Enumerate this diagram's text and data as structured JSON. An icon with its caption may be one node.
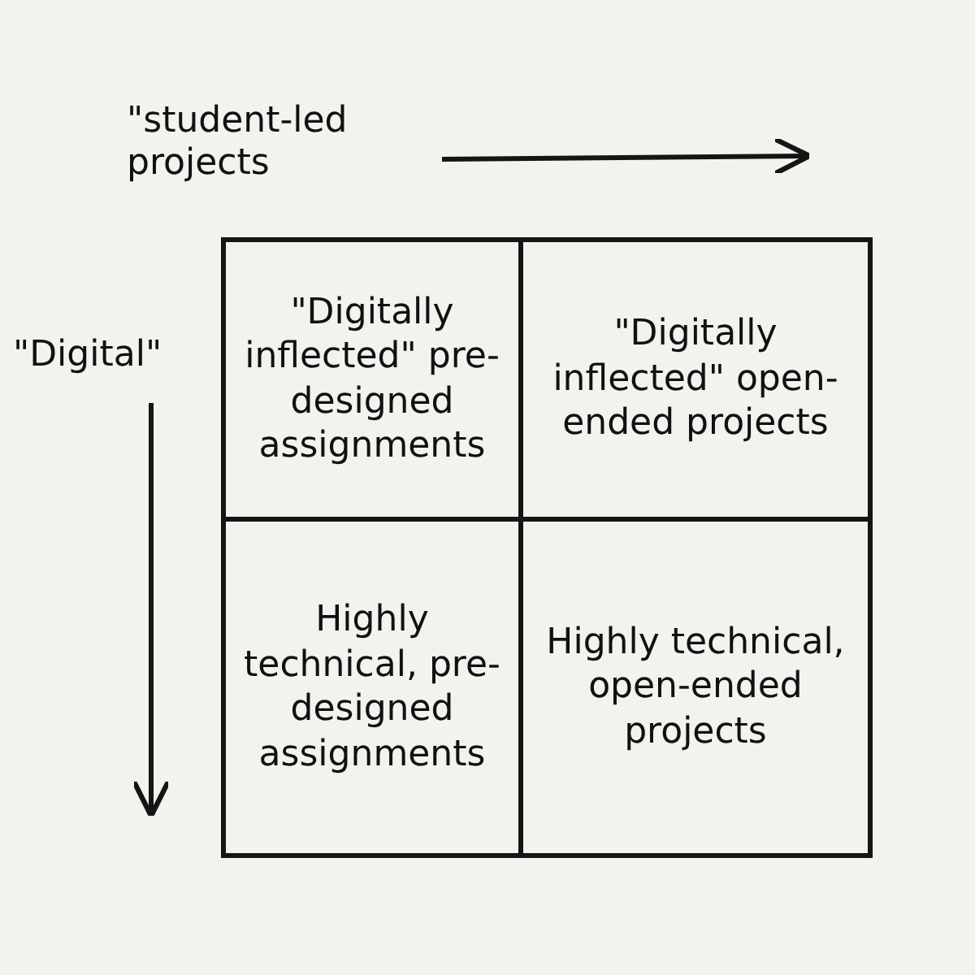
{
  "diagram": {
    "nodes": [
      {
        "text": [
          "\"Digitally inflected\" pre-designed assignments"
        ]
      },
      {
        "text": [
          "\"Digitally inflected\" open-ended projects"
        ]
      },
      {
        "text": [
          "Highly technical, pre-designed assignments"
        ]
      },
      {
        "text": [
          "Highly technical, open-ended projects"
        ]
      }
    ],
    "labels": [
      "\"student-led projects",
      "\"Digital\""
    ]
  }
}
